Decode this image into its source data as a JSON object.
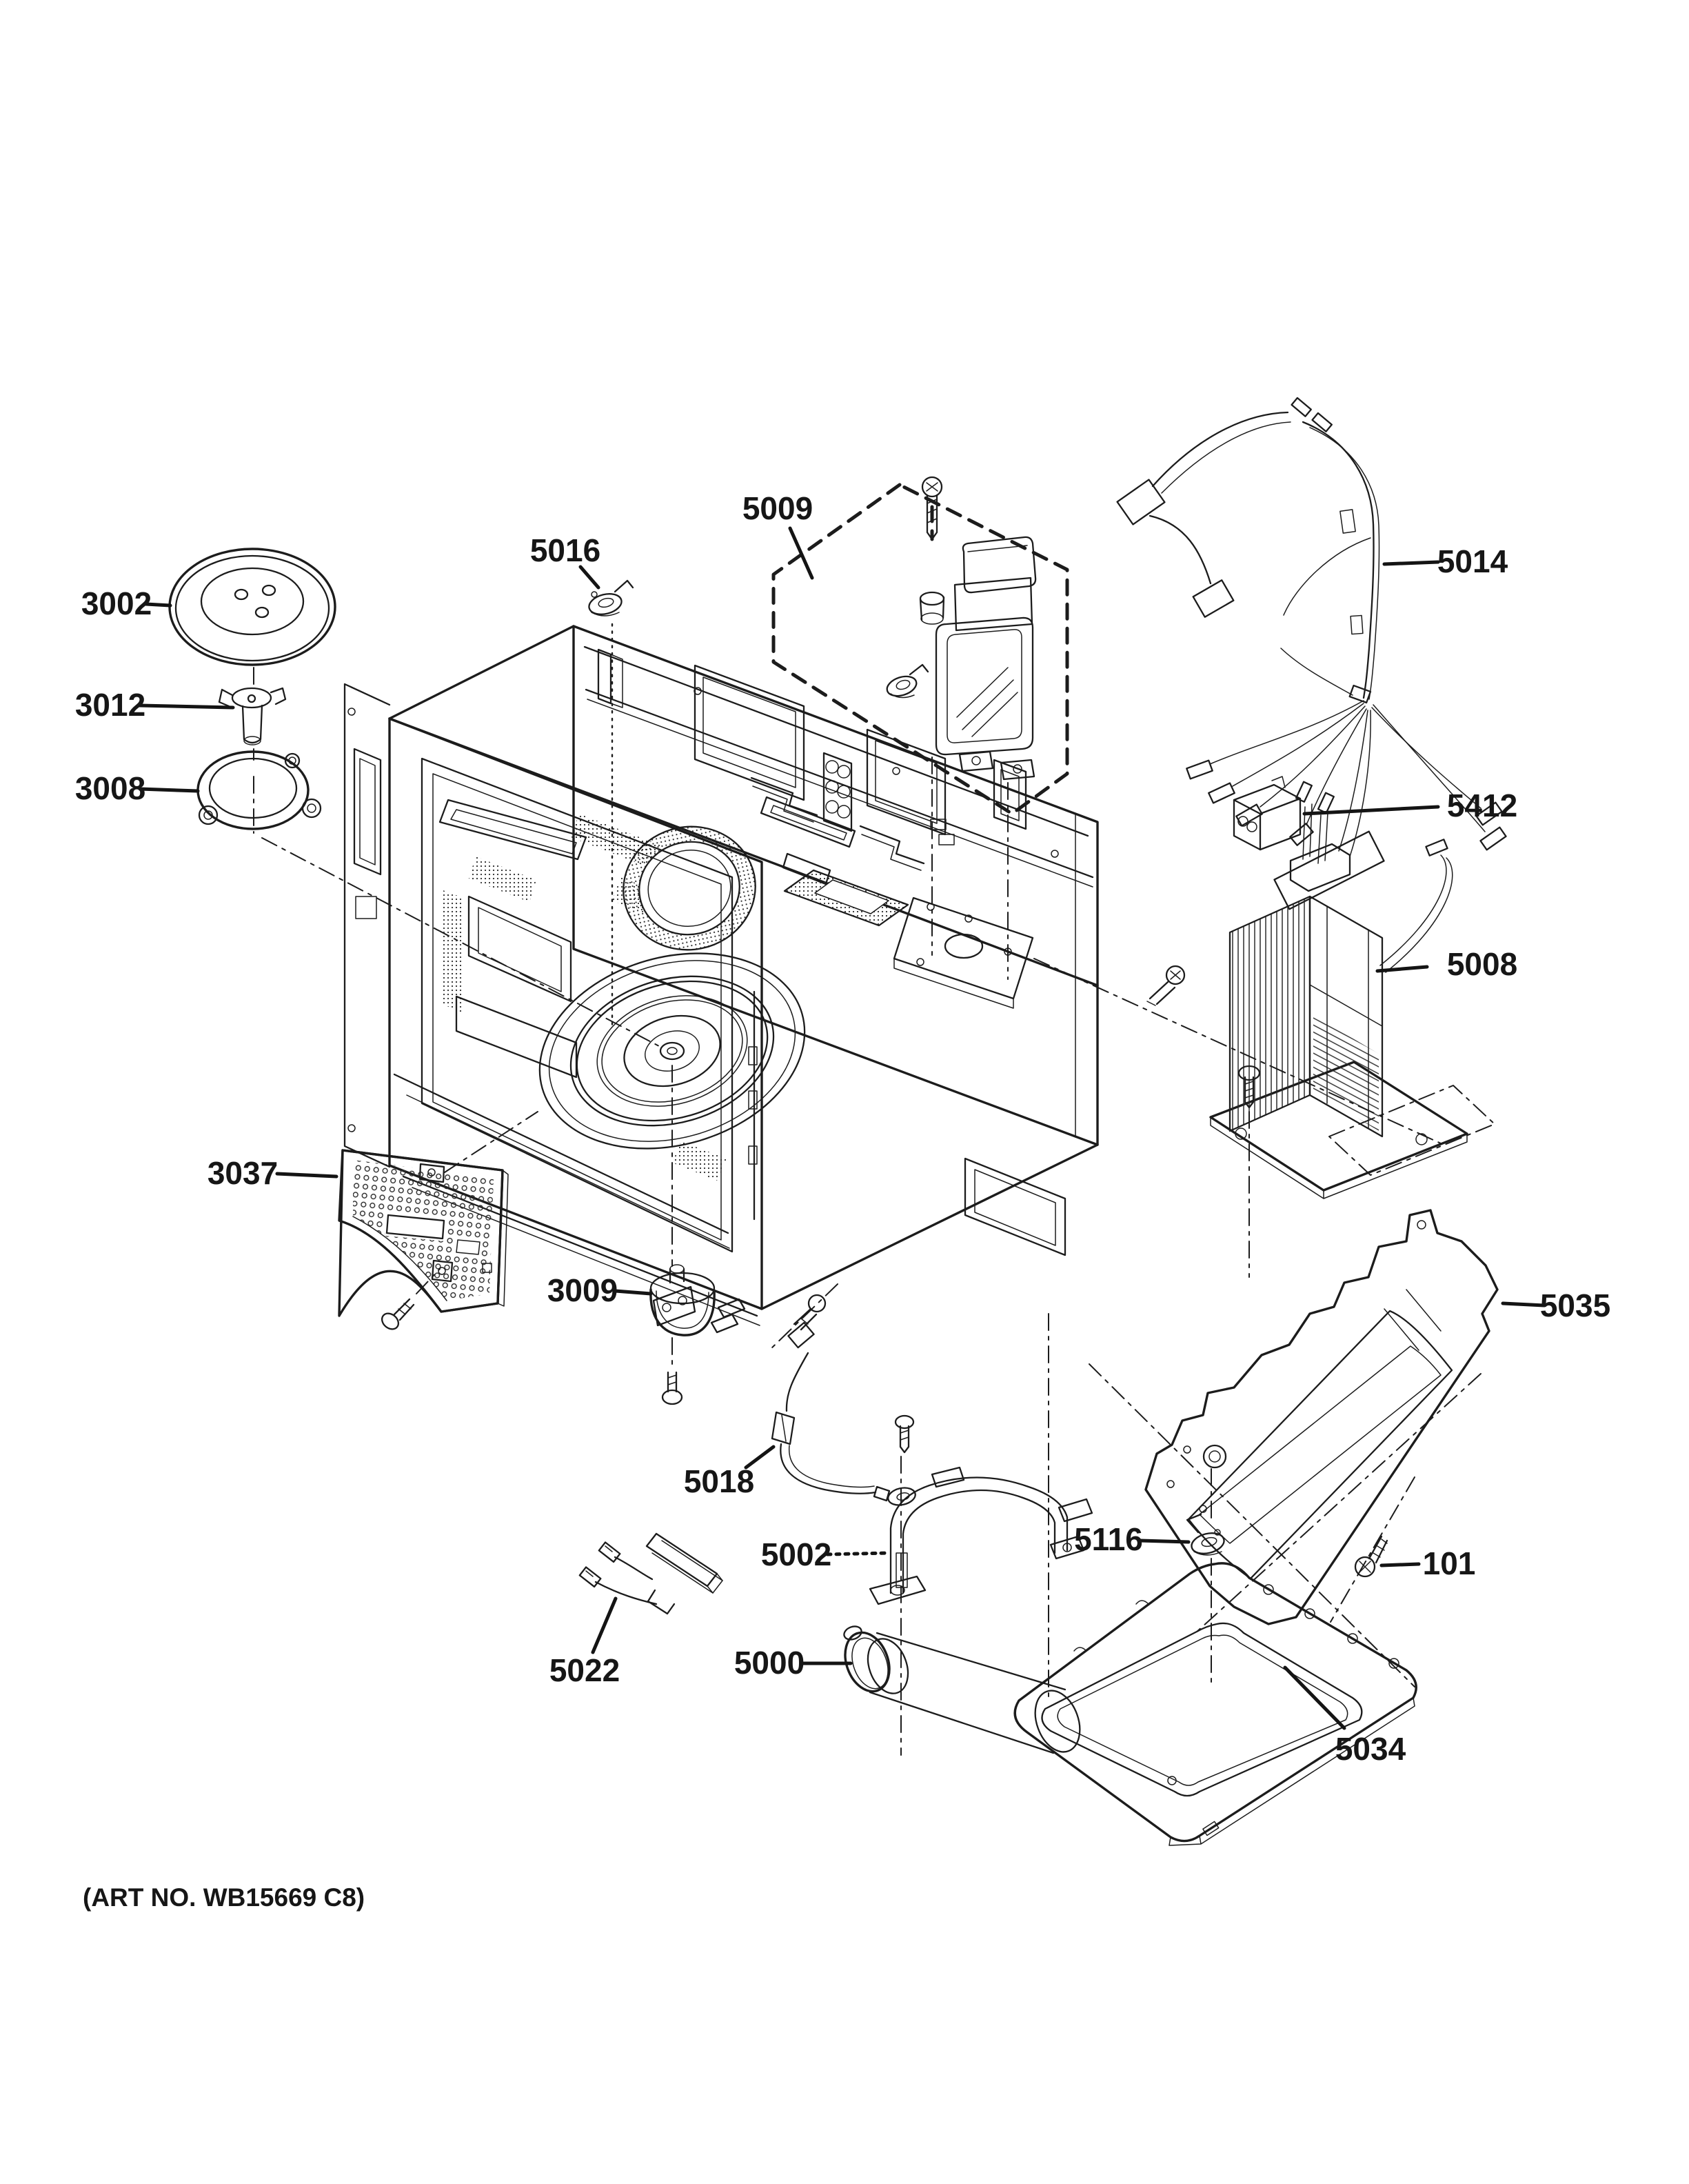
{
  "art_no": "(ART NO. WB15669 C8)",
  "callouts": [
    {
      "id": "3002",
      "text": "3002"
    },
    {
      "id": "3012",
      "text": "3012"
    },
    {
      "id": "3008",
      "text": "3008"
    },
    {
      "id": "5016",
      "text": "5016"
    },
    {
      "id": "5009",
      "text": "5009"
    },
    {
      "id": "5014",
      "text": "5014"
    },
    {
      "id": "5412",
      "text": "5412"
    },
    {
      "id": "5008",
      "text": "5008"
    },
    {
      "id": "3037",
      "text": "3037"
    },
    {
      "id": "3009",
      "text": "3009"
    },
    {
      "id": "5018",
      "text": "5018"
    },
    {
      "id": "5002",
      "text": "5002"
    },
    {
      "id": "5000",
      "text": "5000"
    },
    {
      "id": "5022",
      "text": "5022"
    },
    {
      "id": "5116",
      "text": "5116"
    },
    {
      "id": "101",
      "text": "101"
    },
    {
      "id": "5035",
      "text": "5035"
    },
    {
      "id": "5034",
      "text": "5034"
    }
  ],
  "colors": {
    "ink": "#1c1c1c",
    "paper": "#ffffff"
  }
}
